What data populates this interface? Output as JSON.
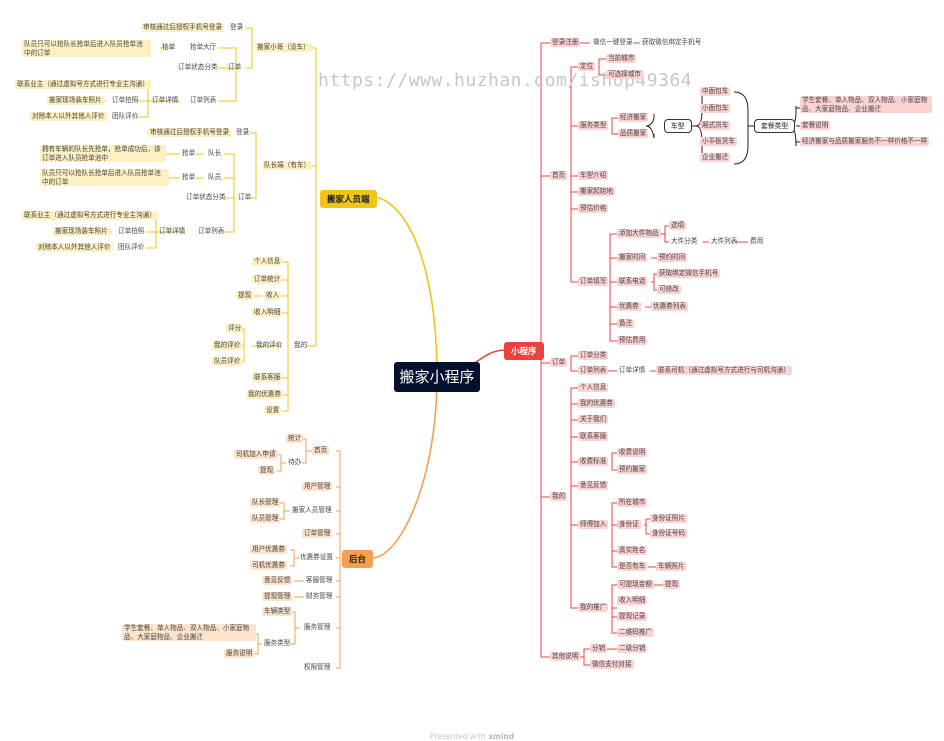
{
  "root": "搬家小程序",
  "watermark": "https://www.huzhan.com/ishop49364",
  "footer": {
    "prefix": "Presented with",
    "brand": "xmind"
  },
  "hubs": {
    "mover": "搬家人员端",
    "mini": "小程序",
    "admin": "后台"
  },
  "colors": {
    "mover": "#f0c419",
    "mini": "#e8433f",
    "admin": "#f0a050"
  },
  "mover": {
    "solo": "搬家小哥（没车）",
    "solo_login": "登录",
    "solo_login_note": "审核通过后授权手机号登录",
    "solo_order": "订单",
    "solo_grab": "抢单",
    "solo_grab_hall": "抢单大厅",
    "solo_grab_note": "队员只可以抢队长抢单后进入队员抢单池中的订单",
    "solo_status": "订单状态分类",
    "solo_list": "订单列表",
    "solo_detail": "订单详情",
    "solo_contact": "联系业主（通过虚拟号方式进行专业主沟通）",
    "solo_photo_note": "搬家现场装车照片",
    "solo_photo": "订单拍照",
    "solo_eval_note": "对除本人以外其他人评价",
    "solo_eval": "团队评价",
    "lead": "队长端（有车）",
    "lead_login": "登录",
    "lead_login_note": "审核通过后授权手机号登录",
    "lead_order": "订单",
    "lead_grab1": "抢单",
    "lead_grab1_role": "队长",
    "lead_grab1_note": "拥有车辆的队长先抢单，抢单成功后，该订单进入队员抢单池中",
    "lead_grab2": "抢单",
    "lead_grab2_role": "队员",
    "lead_grab2_note": "队员只可以抢队长抢单后进入队员抢单池中的订单",
    "lead_status": "订单状态分类",
    "lead_list": "订单列表",
    "lead_detail": "订单详情",
    "lead_contact": "联系业主（通过虚拟号方式进行专业主沟通）",
    "lead_photo_note": "搬家现场装车照片",
    "lead_photo": "订单拍照",
    "lead_eval_note": "对除本人以外其他人评价",
    "lead_eval": "团队评价",
    "me": "我的",
    "me_info": "个人信息",
    "me_stats": "订单统计",
    "me_income": "收入",
    "me_withdraw": "提现",
    "me_income_detail": "收入明细",
    "me_eval": "我的评价",
    "me_eval_score": "评分",
    "me_eval_mine": "我的评价",
    "me_eval_team": "队员评价",
    "me_service": "联系客服",
    "me_coupon": "我的优惠券",
    "me_settings": "设置"
  },
  "mini": {
    "login": "登录注册",
    "login_wx": "微信一键登录",
    "login_phone": "获取微信绑定手机号",
    "home": "首页",
    "locate": "定位",
    "locate_current": "当前城市",
    "locate_select": "可选择城市",
    "service_type": "服务类型",
    "econ_move": "经济搬家",
    "quality_move": "品质搬家",
    "car_type": "车型",
    "cars": [
      "中面包车",
      "小面包车",
      "厢式货车",
      "小平板货车",
      "企业搬迁"
    ],
    "pkg_type": "套餐类型",
    "pkg_list": "学生套餐、单人物品、双人物品、小家庭物品、大家庭物品、企业搬迁",
    "pkg_desc": "套餐说明",
    "pkg_diff": "经济搬家与品质搬家服务不一样价格不一样",
    "car_intro": "车型介绍",
    "start_addr": "搬家起始地",
    "est_price": "预估价格",
    "order_fill": "订单填写",
    "add_large": "添加大件物品",
    "select": "选填",
    "large_cat": "大件分类",
    "large_list": "大件列表",
    "fee": "费用",
    "move_time": "搬家时间",
    "book_time": "预约时间",
    "contact_phone": "联系电话",
    "get_wx_phone": "获取绑定微信手机号",
    "editable": "可修改",
    "coupon": "优惠券",
    "coupon_list": "优惠券列表",
    "remark": "备注",
    "est_fee": "预估费用",
    "order": "订单",
    "order_cat": "订单分类",
    "order_list": "订单列表",
    "order_detail": "订单详情",
    "contact_driver": "联系司机（通过虚拟号方式进行与司机沟通）",
    "me": "我的",
    "me_info": "个人信息",
    "me_coupon": "我的优惠券",
    "about": "关于我们",
    "service": "联系客服",
    "fee_std": "收费标准",
    "fee_desc": "收费说明",
    "book_move": "预约搬家",
    "feedback": "意见反馈",
    "join": "师傅加入",
    "join_city": "所在城市",
    "id_card": "身份证",
    "id_photo": "身份证照片",
    "id_number": "身份证号码",
    "real_name": "真实姓名",
    "has_car": "是否有车",
    "car_photo": "车辆照片",
    "promo": "我的推广",
    "withdrawable": "可提现金额",
    "withdraw": "提现",
    "income_detail": "收入明细",
    "withdraw_record": "提现记录",
    "qr_promo": "二维码推广",
    "other": "其他说明",
    "distrib": "分销",
    "distrib_level": "二级分销",
    "wx_pay": "微信支付对接"
  },
  "admin": {
    "home": "首页",
    "stats": "统计",
    "todo": "待办",
    "driver_join": "司机加入申请",
    "withdraw": "提现",
    "user_mgmt": "用户管理",
    "mover_mgmt": "搬家人员管理",
    "lead_mgmt": "队长管理",
    "member_mgmt": "队员管理",
    "order_mgmt": "订单管理",
    "coupon_set": "优惠券设置",
    "user_coupon": "用户优惠券",
    "driver_coupon": "司机优惠券",
    "cs_mgmt": "客服管理",
    "feedback": "意见反馈",
    "finance": "财务管理",
    "withdraw_mgmt": "提现管理",
    "service_mgmt": "服务管理",
    "car_type": "车辆类型",
    "service_type": "服务类型",
    "service_list": "学生套餐、单人物品、双人物品、小家庭物品、大家庭物品、企业搬迁",
    "service_desc": "服务说明",
    "perm": "权限管理"
  }
}
